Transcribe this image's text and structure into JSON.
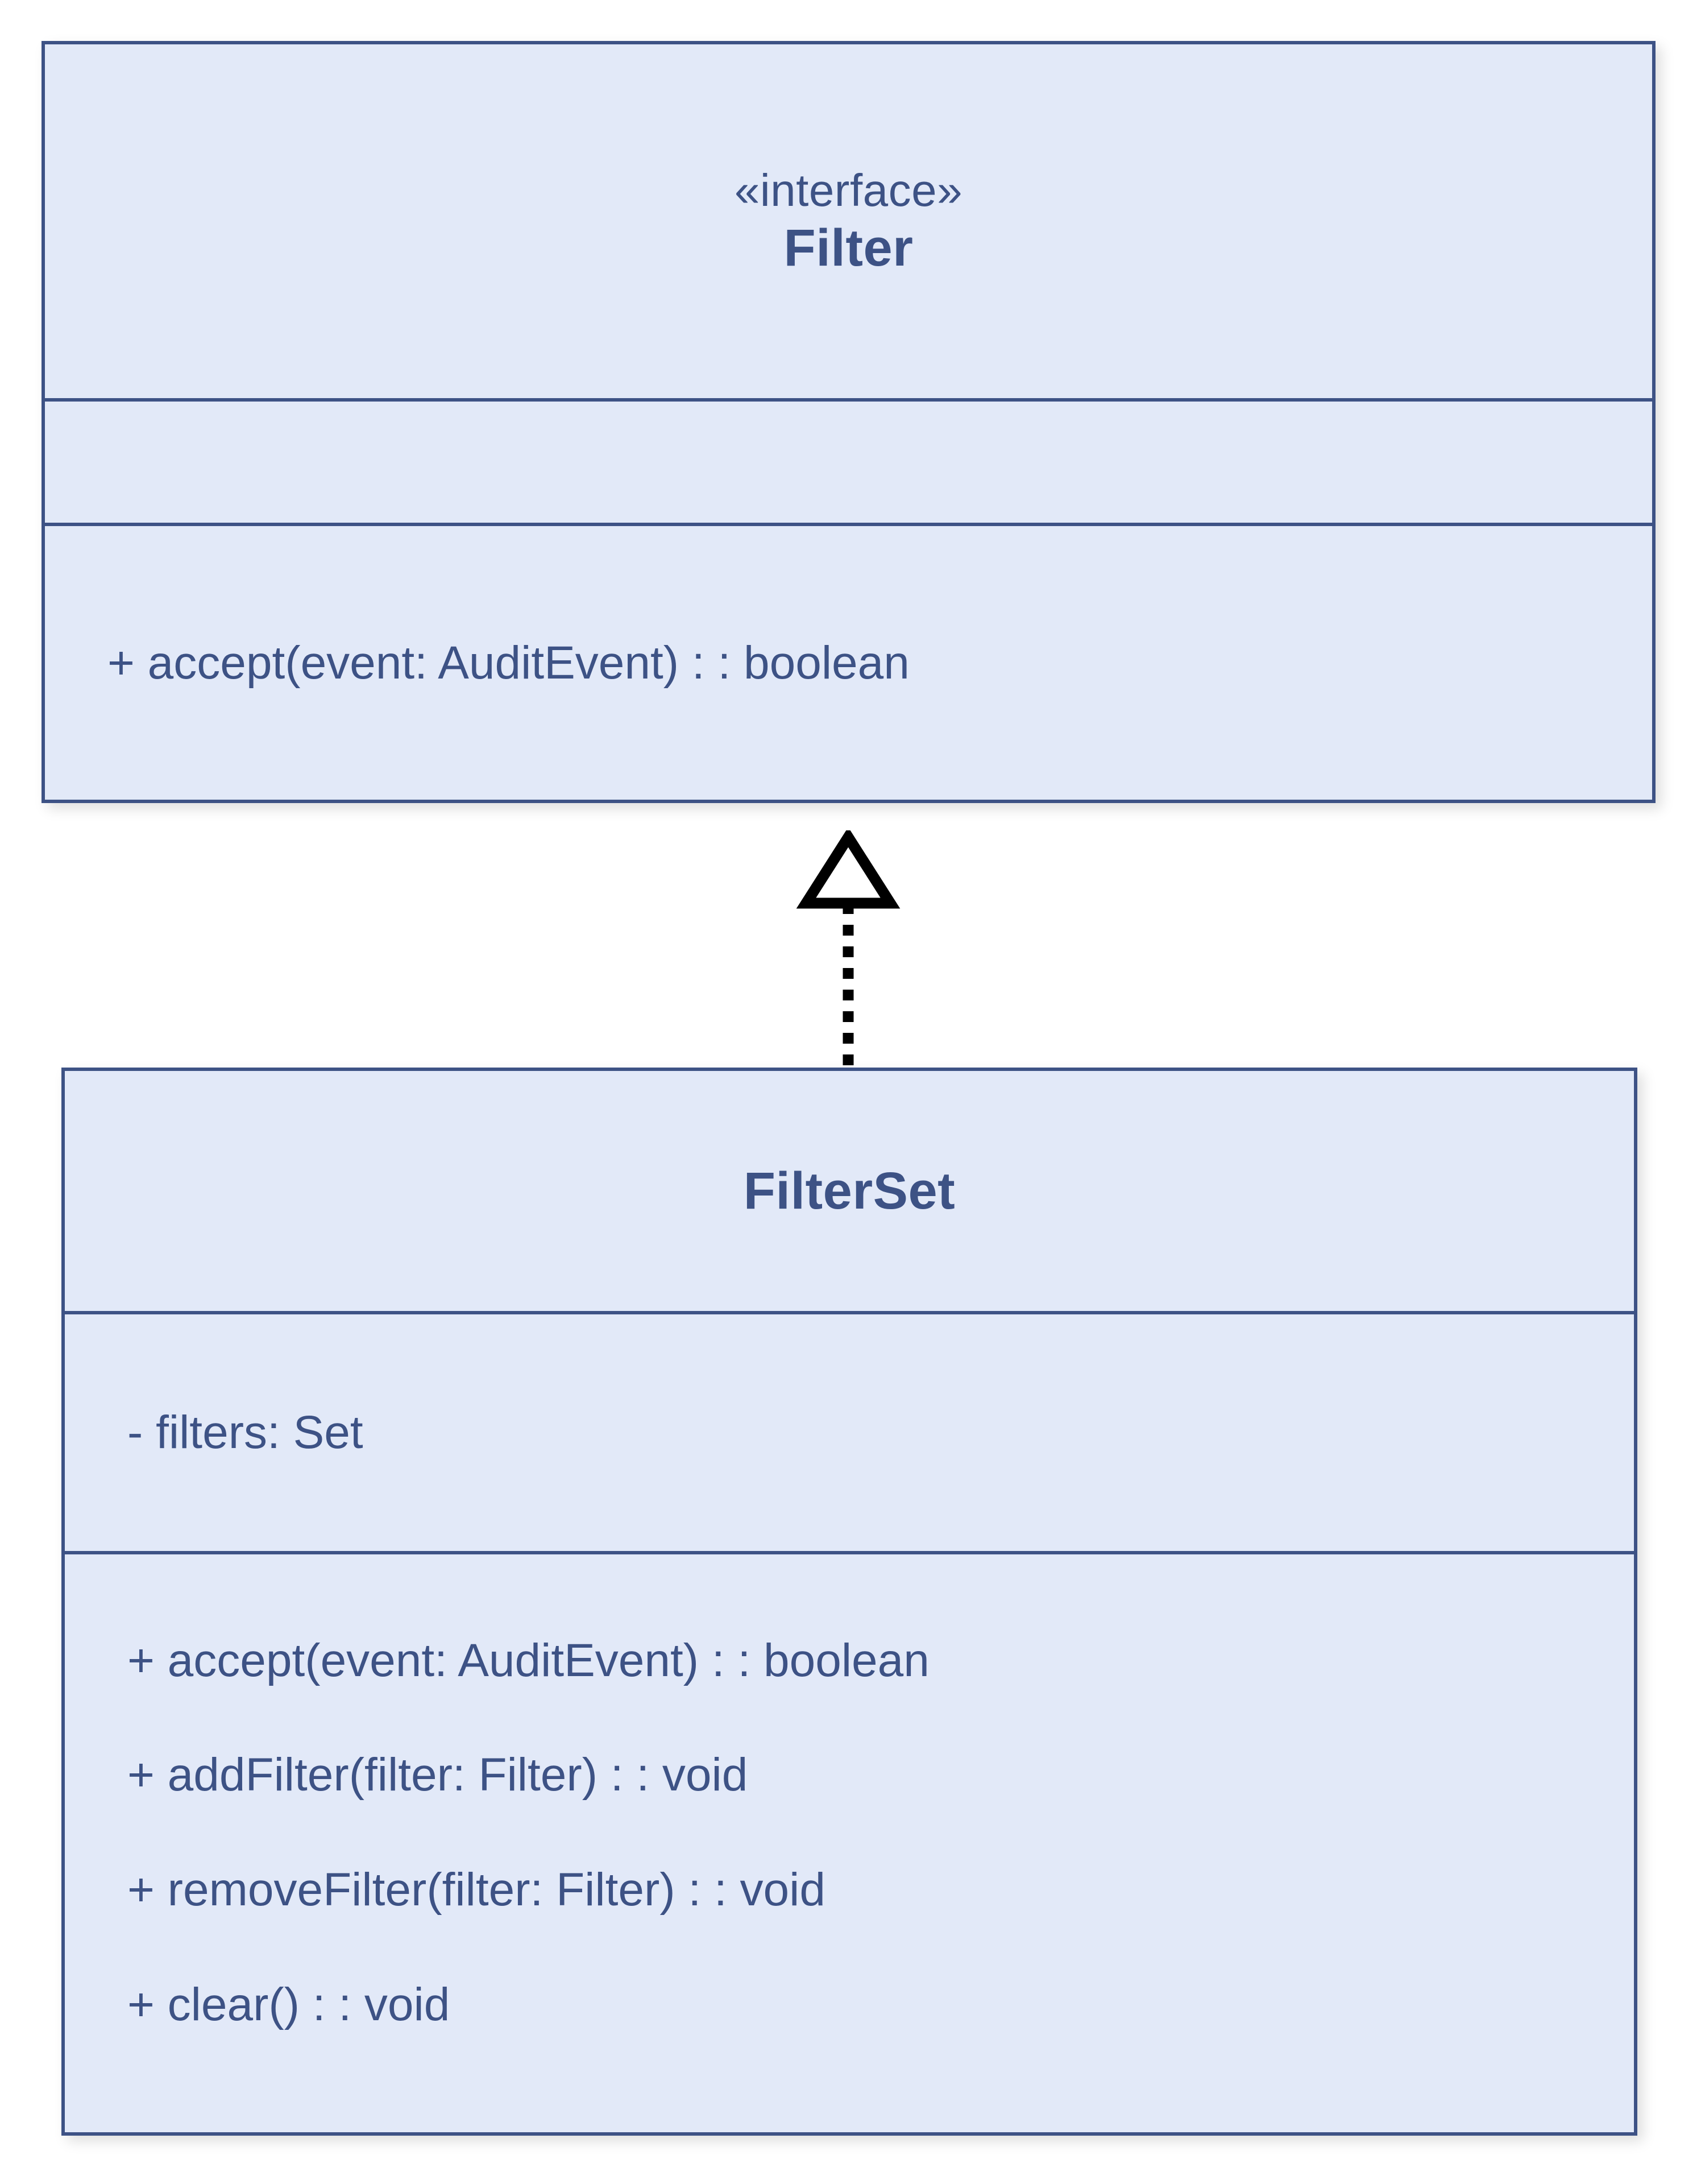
{
  "diagram": {
    "type": "uml-class-diagram",
    "background_color": "#ffffff",
    "classes": [
      {
        "id": "filter",
        "stereotype": "«interface»",
        "name": "Filter",
        "attributes": [],
        "methods": [
          "+ accept(event: AuditEvent) : : boolean"
        ],
        "fill_color": "#e2e9f8",
        "border_color": "#3d5285",
        "text_color": "#3d5285"
      },
      {
        "id": "filterset",
        "stereotype": "",
        "name": "FilterSet",
        "attributes": [
          "- filters: Set"
        ],
        "methods": [
          "+ accept(event: AuditEvent) : : boolean",
          "+ addFilter(filter: Filter) : : void",
          "+ removeFilter(filter: Filter) : : void",
          "+ clear() : : void"
        ],
        "fill_color": "#e2e9f8",
        "border_color": "#3d5285",
        "text_color": "#3d5285"
      }
    ],
    "relationships": [
      {
        "id": "filterset-realizes-filter",
        "kind": "realization",
        "from": "FilterSet",
        "to": "Filter",
        "line_style": "dotted",
        "arrowhead": "hollow-triangle",
        "color": "#000000"
      }
    ]
  }
}
